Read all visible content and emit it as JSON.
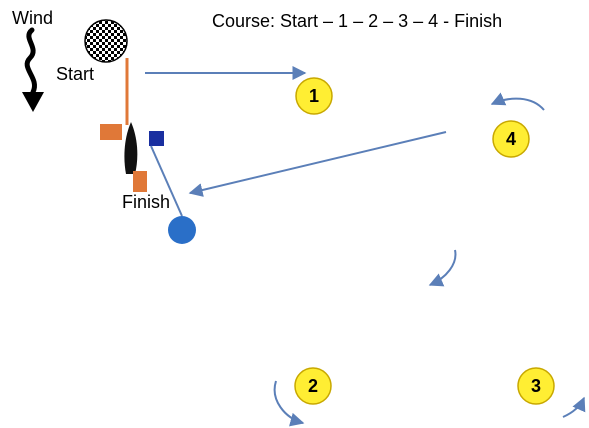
{
  "wind": {
    "label": "Wind",
    "icon": "wavy-down-arrow-icon"
  },
  "course": {
    "title": "Course: Start – 1 – 2 – 3 – 4 - Finish"
  },
  "start": {
    "label": "Start",
    "flag_icon": "checkered-flag-icon"
  },
  "finish": {
    "label": "Finish"
  },
  "marks": [
    {
      "number": "1"
    },
    {
      "number": "2"
    },
    {
      "number": "3"
    },
    {
      "number": "4"
    }
  ],
  "colors": {
    "mark_fill": "#ffee33",
    "mark_stroke": "#c8a800",
    "route_arrow": "#5b7fb8",
    "start_line": "#e07838",
    "committee_boat": "#111111",
    "finish_buoy": "#2a6fc8",
    "square_marker": "#1a2fa0"
  }
}
